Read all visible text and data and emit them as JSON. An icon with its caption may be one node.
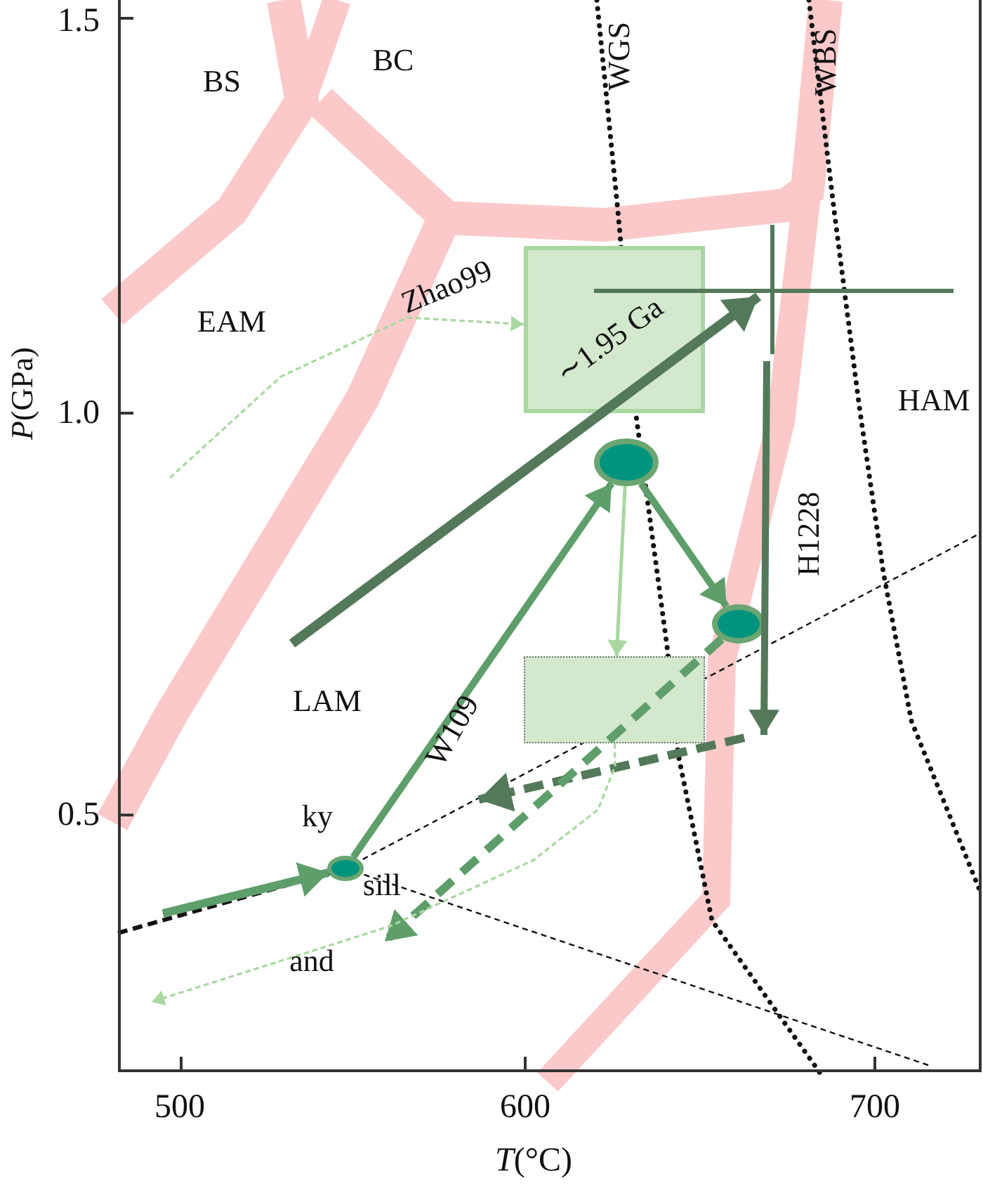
{
  "diagram": {
    "nodes": [
      {
        "text": [],
        "shape": "box"
      },
      {
        "text": [],
        "shape": "ellipse"
      },
      {
        "text": [],
        "shape": "ellipse"
      },
      {
        "text": [],
        "shape": "box"
      },
      {
        "text": [],
        "shape": "ellipse"
      }
    ],
    "edges": [
      {
        "from": null,
        "to": 0,
        "arrow": "to",
        "style": "dashed",
        "color": "#a8d8a0"
      },
      {
        "from": 1,
        "to": 3,
        "arrow": "to",
        "color": "#a8d8a0"
      },
      {
        "from": 4,
        "to": 1,
        "arrow": "to",
        "label": "W109"
      },
      {
        "from": 1,
        "to": 2,
        "arrow": "to"
      },
      {
        "from": 2,
        "to": null,
        "arrow": "to",
        "style": "dashed"
      },
      {
        "from": null,
        "to": 4,
        "arrow": "to"
      },
      {
        "from": 3,
        "to": null,
        "arrow": "to",
        "style": "dashed",
        "color": "#a8d8a0"
      }
    ],
    "labels": [
      "BS",
      "BC",
      "WGS",
      "WBS",
      "EAM",
      "Zhao99",
      "∼1.95 Ga",
      "HAM",
      "H1228",
      "LAM",
      "ky",
      "sill",
      "and",
      "1.5",
      "1.0",
      "0.5",
      "500",
      "600",
      "700",
      "*P*(GPa)",
      "*T*(°C)"
    ]
  }
}
